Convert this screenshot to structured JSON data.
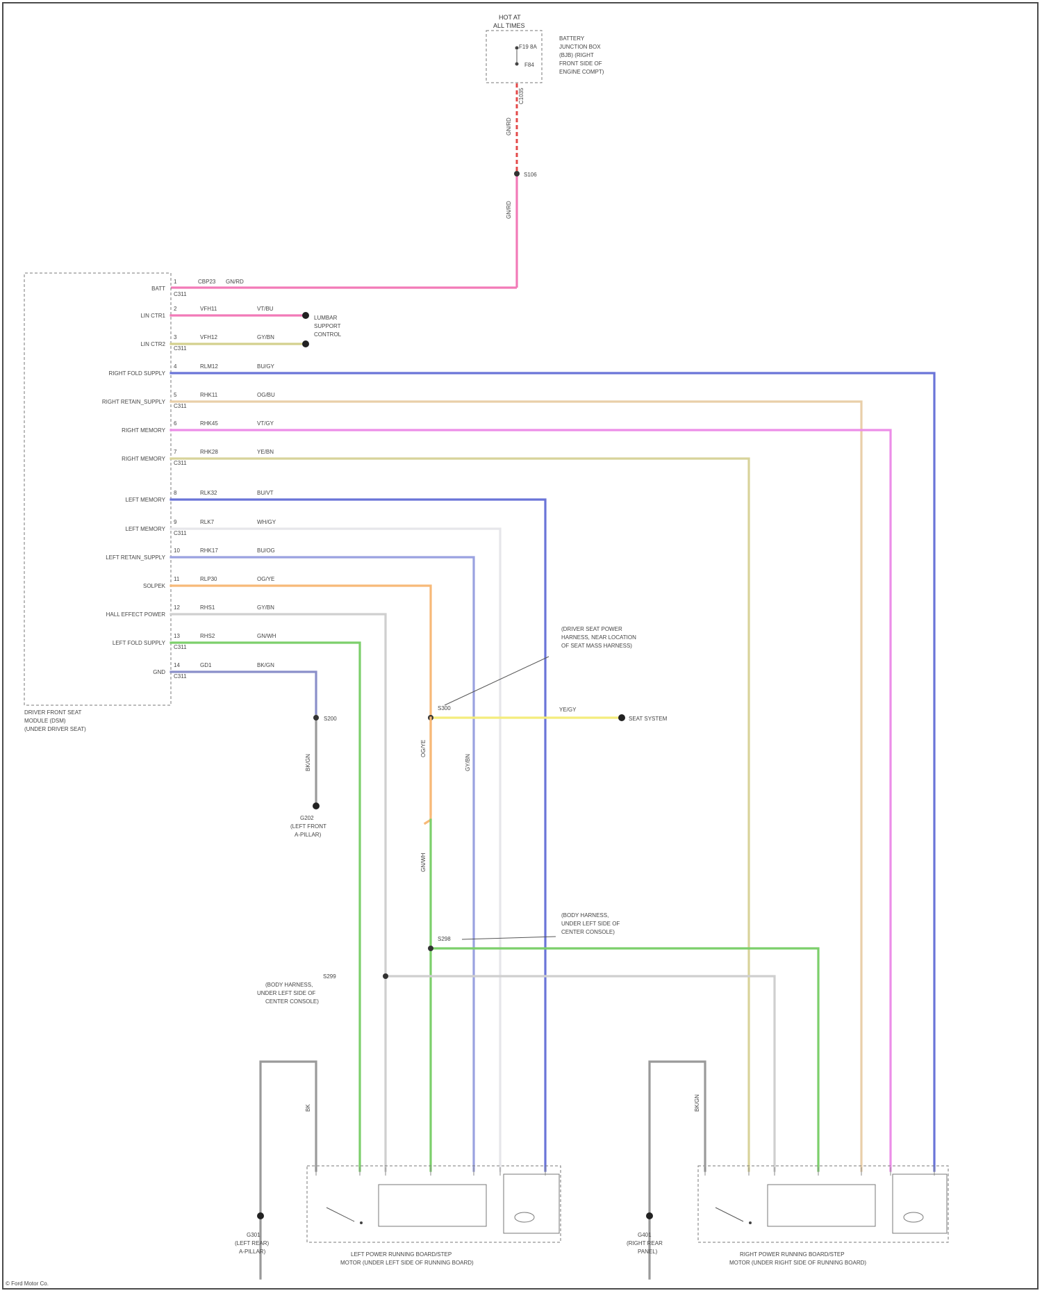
{
  "fuse": {
    "title_line1": "HOT AT",
    "title_line2": "ALL TIMES",
    "fuse_label": "F19 8A",
    "fuse_id": "F84",
    "desc": [
      "BATTERY",
      "JUNCTION BOX",
      "(BJB) (RIGHT",
      "FRONT SIDE OF",
      "ENGINE COMPT)"
    ],
    "wire_top_label": "C1035",
    "wire_vert_label": "GN/RD"
  },
  "splice_top": {
    "label": "S106"
  },
  "module": {
    "label": [
      "DRIVER FRONT SEAT",
      "MODULE (DSM)",
      "(UNDER DRIVER SEAT)"
    ],
    "pins": [
      {
        "pin": "1",
        "name": "BATT",
        "circuit": "CBP23",
        "color": "GN/RD",
        "conn": "C311"
      },
      {
        "pin": "2",
        "name": "LIN CTR1",
        "circuit": "VFH11",
        "color": "VT/BU",
        "conn": ""
      },
      {
        "pin": "3",
        "name": "LIN CTR2",
        "circuit": "VFH12",
        "color": "GY/BN",
        "conn": "C311"
      },
      {
        "pin": "4",
        "name": "RIGHT FOLD SUPPLY",
        "circuit": "RLM12",
        "color": "BU/GY",
        "conn": ""
      },
      {
        "pin": "5",
        "name": "RIGHT RETAIN_SUPPLY",
        "circuit": "RHK11",
        "color": "OG/BU",
        "conn": "C311"
      },
      {
        "pin": "6",
        "name": "RIGHT MEMORY",
        "circuit": "RHK45",
        "color": "VT/GY",
        "conn": ""
      },
      {
        "pin": "7",
        "name": "RIGHT MEMORY",
        "circuit": "RHK28",
        "color": "YE/BN",
        "conn": "C311"
      },
      {
        "pin": "8",
        "name": "LEFT MEMORY",
        "circuit": "RLK32",
        "color": "BU/VT",
        "conn": ""
      },
      {
        "pin": "9",
        "name": "LEFT MEMORY",
        "circuit": "RLK7",
        "color": "WH/GY",
        "conn": "C311"
      },
      {
        "pin": "10",
        "name": "LEFT RETAIN_SUPPLY",
        "circuit": "RHK17",
        "color": "BU/OG",
        "conn": ""
      },
      {
        "pin": "11",
        "name": "SOLPEK",
        "circuit": "RLP30",
        "color": "OG/YE",
        "conn": ""
      },
      {
        "pin": "12",
        "name": "HALL EFFECT POWER",
        "circuit": "RHS1",
        "color": "GY/BN",
        "conn": ""
      },
      {
        "pin": "13",
        "name": "LEFT FOLD SUPPLY",
        "circuit": "RHS2",
        "color": "GN/WH",
        "conn": "C311"
      },
      {
        "pin": "14",
        "name": "GND",
        "circuit": "GD1",
        "color": "BK/GN",
        "conn": "C311"
      }
    ]
  },
  "lin_note": [
    "LUMBAR",
    "SUPPORT",
    "CONTROL"
  ],
  "splice_s200": "S200",
  "ground_left": {
    "wire": "BK/GN",
    "label": [
      "G202",
      "(LEFT FRONT",
      "A-PILLAR)"
    ]
  },
  "splice_s300": "S300",
  "callout_s300": [
    "(DRIVER SEAT POWER",
    "HARNESS, NEAR LOCATION",
    "OF SEAT MASS HARNESS)"
  ],
  "yellow_wire": {
    "label": "YE/GY",
    "dest": "SEAT SYSTEM"
  },
  "splice_s298": "S298",
  "callout_s298": [
    "(BODY HARNESS,",
    "UNDER LEFT SIDE OF",
    "CENTER CONSOLE)"
  ],
  "splice_s299": "S299",
  "callout_s299": [
    "(BODY HARNESS,",
    "UNDER LEFT SIDE OF",
    "CENTER CONSOLE)"
  ],
  "left_motor": {
    "label": [
      "LEFT POWER RUNNING BOARD/STEP",
      "MOTOR (UNDER LEFT SIDE OF RUNNING BOARD)"
    ],
    "ground_wire": "BK",
    "ground_label": [
      "G301",
      "(LEFT REAR)",
      "A-PILLAR)"
    ]
  },
  "right_motor": {
    "label": [
      "RIGHT POWER RUNNING BOARD/STEP",
      "MOTOR (UNDER RIGHT SIDE OF RUNNING BOARD)"
    ],
    "ground_wire": "BK/GN",
    "ground_label": [
      "G401",
      "(RIGHT REAR",
      "PANEL)"
    ]
  },
  "footer": "© Ford Motor Co.",
  "colors": {
    "pink": "#f27ab8",
    "magenta": "#e59bea",
    "blue": "#6a74d8",
    "lightblue": "#8f9ae0",
    "orange": "#f7b978",
    "tan": "#e0c7a6",
    "olive": "#d4d08d",
    "green": "#7ccf6b",
    "yellow": "#f4ec7c",
    "gray": "#bfbfbf",
    "navy": "#3b3f9e"
  }
}
